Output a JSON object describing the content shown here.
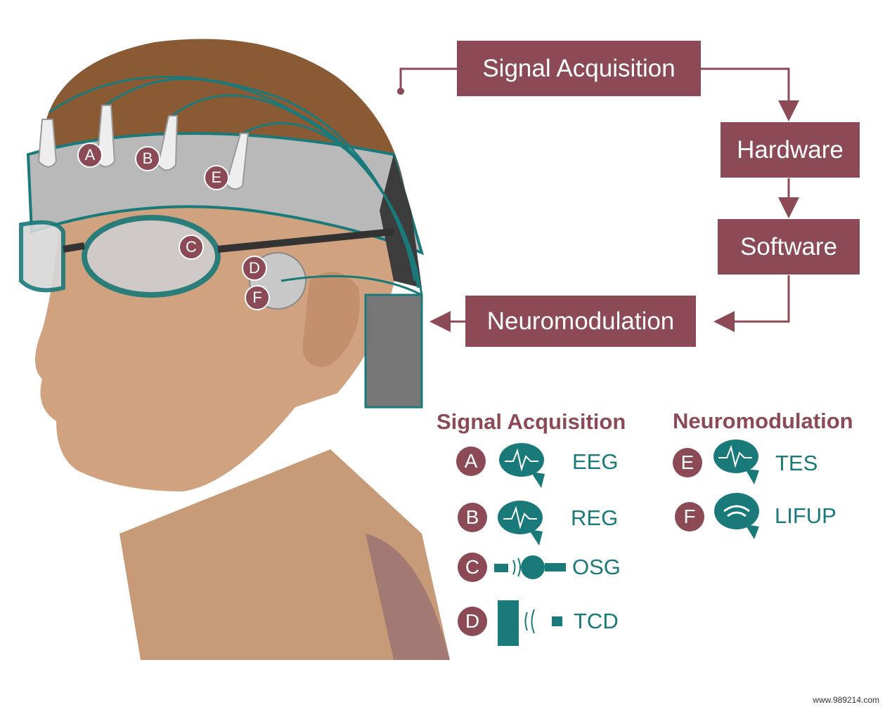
{
  "colors": {
    "maroon": "#8b4a55",
    "teal": "#1a7a7a"
  },
  "flow": {
    "signal_acquisition": "Signal Acquisition",
    "hardware": "Hardware",
    "software": "Software",
    "neuromodulation": "Neuromodulation"
  },
  "head_labels": [
    "A",
    "B",
    "E",
    "C",
    "D",
    "F"
  ],
  "legend": {
    "signal_header": "Signal Acquisition",
    "neuro_header": "Neuromodulation",
    "signal_items": [
      {
        "letter": "A",
        "icon": "brain-wave-icon",
        "label": "EEG"
      },
      {
        "letter": "B",
        "icon": "brain-wave-icon",
        "label": "REG"
      },
      {
        "letter": "C",
        "icon": "optical-sensor-icon",
        "label": "OSG"
      },
      {
        "letter": "D",
        "icon": "blood-vessel-ultrasound-icon",
        "label": "TCD"
      }
    ],
    "neuro_items": [
      {
        "letter": "E",
        "icon": "brain-wave-icon",
        "label": "TES"
      },
      {
        "letter": "F",
        "icon": "brain-ultrasound-icon",
        "label": "LIFUP"
      }
    ]
  },
  "watermark": "www.989214.com"
}
